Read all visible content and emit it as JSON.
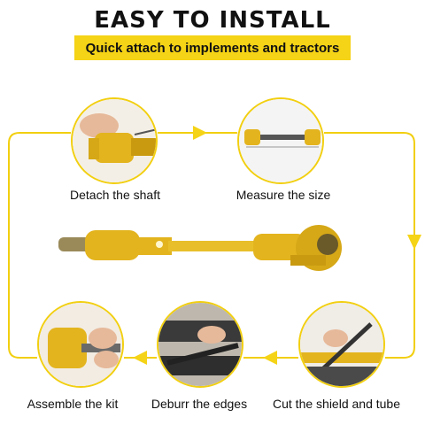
{
  "header": {
    "title": "EASY TO INSTALL",
    "subtitle": "Quick attach to implements and tractors"
  },
  "steps": [
    {
      "label": "Detach the shaft",
      "icon": "hand-holding-shaft-icon"
    },
    {
      "label": "Measure the size",
      "icon": "measuring-shaft-icon"
    },
    {
      "label": "Cut the shield and tube",
      "icon": "saw-cutting-icon"
    },
    {
      "label": "Deburr the edges",
      "icon": "file-deburring-icon"
    },
    {
      "label": "Assemble the kit",
      "icon": "assembling-shaft-icon"
    }
  ],
  "product": {
    "icon": "pto-drive-shaft-icon"
  },
  "colors": {
    "accent": "#f5d316",
    "flow_line": "#f2cf10",
    "shaft_yellow": "#e3b41e",
    "text": "#111111"
  }
}
